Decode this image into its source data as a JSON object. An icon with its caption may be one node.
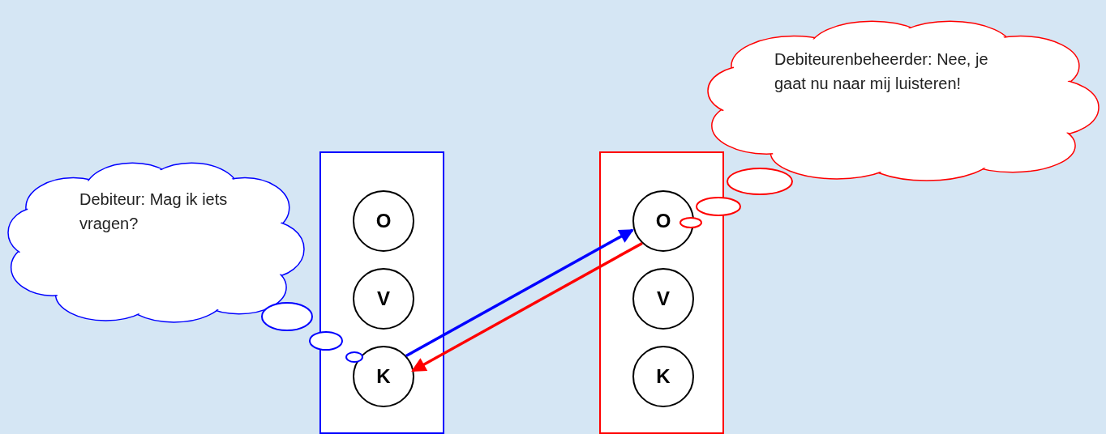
{
  "diagram": {
    "nodes": [
      {
        "text": [
          "Debiteur: Mag ik iets vragen?"
        ]
      },
      {
        "text": [],
        "shape": "box"
      },
      {
        "text": [
          "O"
        ],
        "in": 1
      },
      {
        "text": [
          "V"
        ],
        "in": 1
      },
      {
        "text": [
          "K"
        ],
        "in": 1
      },
      {
        "text": [],
        "shape": "box"
      },
      {
        "text": [
          "O"
        ],
        "in": 5
      },
      {
        "text": [
          "V"
        ],
        "in": 5
      },
      {
        "text": [
          "K"
        ],
        "in": 5
      },
      {
        "text": [
          "Debiteurenbeheerder: Nee, je gaat nu naar mij luisteren!"
        ]
      }
    ],
    "edges": [
      {
        "from": 4,
        "to": 6,
        "arrow": "to",
        "color": "#0000ff"
      },
      {
        "from": 6,
        "to": 4,
        "arrow": "to",
        "color": "#ff0000"
      }
    ]
  }
}
